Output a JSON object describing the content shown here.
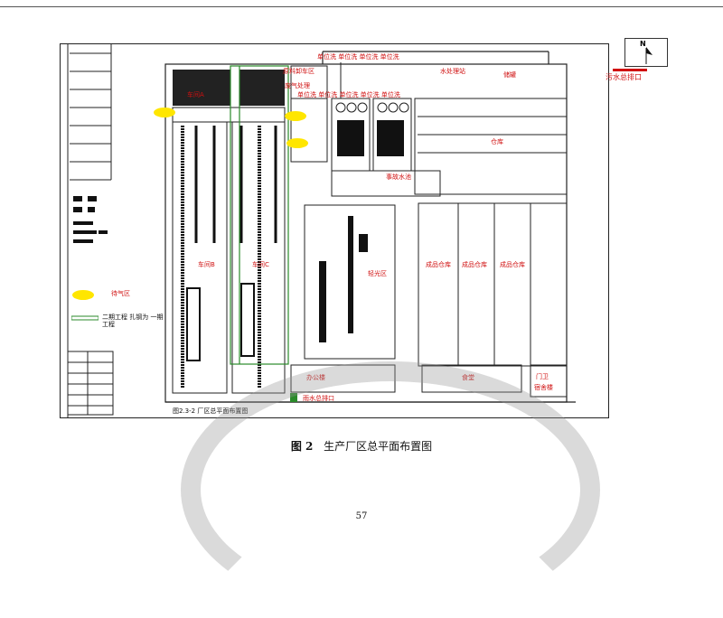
{
  "caption": {
    "figure_no": "图 2",
    "title": "生产厂区总平面布置图"
  },
  "page_number": "57",
  "compass": {
    "north": "N"
  },
  "outlet_label": "污水总排口",
  "inner_title": "图2.3-2 厂区总平面布置图",
  "legend": {
    "waiting": "待气区",
    "phase": "二期工程 扎钢为 一期工程"
  },
  "labels": {
    "top_row_1": "单位洗 单位洗 单位洗 单位洗",
    "top_row_2": "单位洗 单位洗 单位洗 单位洗 单位洗",
    "raw_material": "原料卸车区",
    "waste_gas": "废气处理",
    "storage": "储罐",
    "water_stn": "水处理站",
    "workshop_a": "车间A",
    "workshop_b": "车间B",
    "workshop_c": "车间C",
    "warehouse_a": "仓库",
    "pool": "事故水池",
    "office": "办公楼",
    "canteen": "食堂",
    "guard": "门卫",
    "finished_1": "成品仓库",
    "finished_2": "成品仓库",
    "finished_3": "成品仓库",
    "light_area": "轻光区",
    "outlet_bottom": "雨水总排口",
    "dormitory": "宿舍楼"
  },
  "colors": {
    "red": "#d01010",
    "yellow": "#ffe600",
    "green": "#2a8a2a"
  }
}
